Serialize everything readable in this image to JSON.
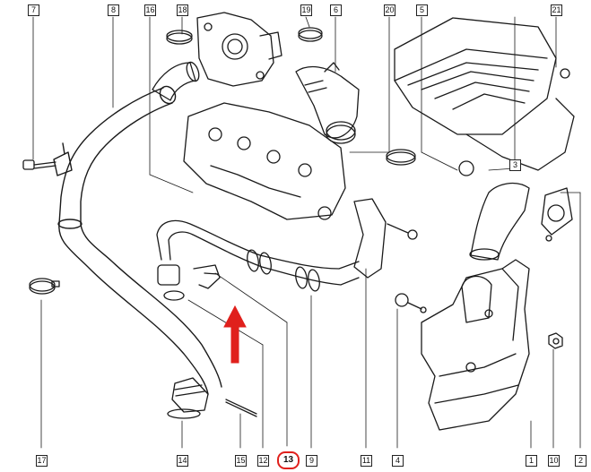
{
  "diagram": {
    "highlight_color": "#e0201c",
    "callouts": {
      "c7": "7",
      "c8": "8",
      "c16": "16",
      "c18": "18",
      "c19": "19",
      "c6": "6",
      "c20": "20",
      "c5": "5",
      "c21": "21",
      "c3": "3",
      "c17": "17",
      "c14": "14",
      "c15": "15",
      "c12": "12",
      "c13": "13",
      "c9": "9",
      "c11": "11",
      "c4": "4",
      "c1": "1",
      "c10": "10",
      "c2": "2"
    },
    "highlighted": "13"
  }
}
